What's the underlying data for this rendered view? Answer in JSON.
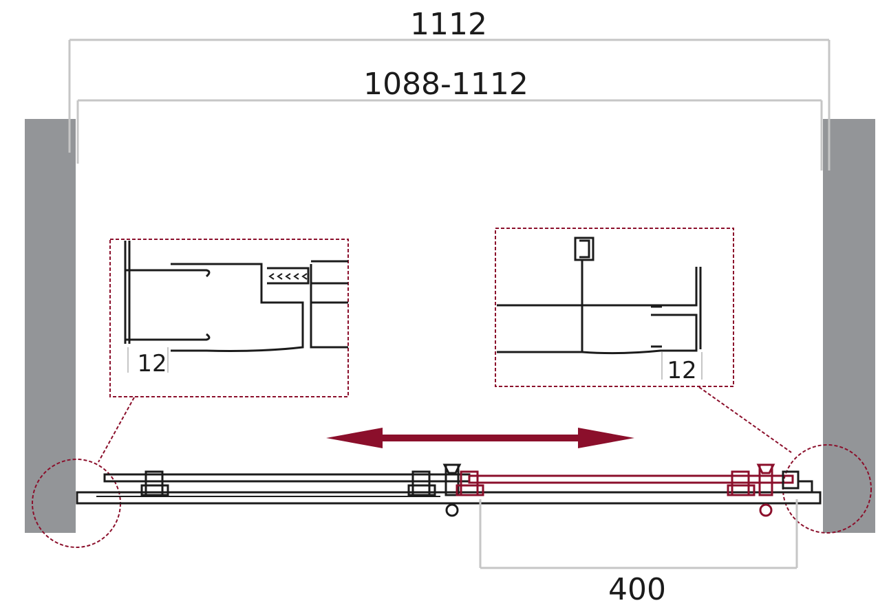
{
  "dimensions": {
    "overall_width": "1112",
    "adjustment_range": "1088-1112",
    "opening": "400",
    "detail_left_gap": "12",
    "detail_right_gap": "12"
  },
  "colors": {
    "wall": "#939598",
    "accent": "#8b0f2b",
    "dim_line": "#c6c6c6",
    "profile": "#1b1b1b"
  }
}
